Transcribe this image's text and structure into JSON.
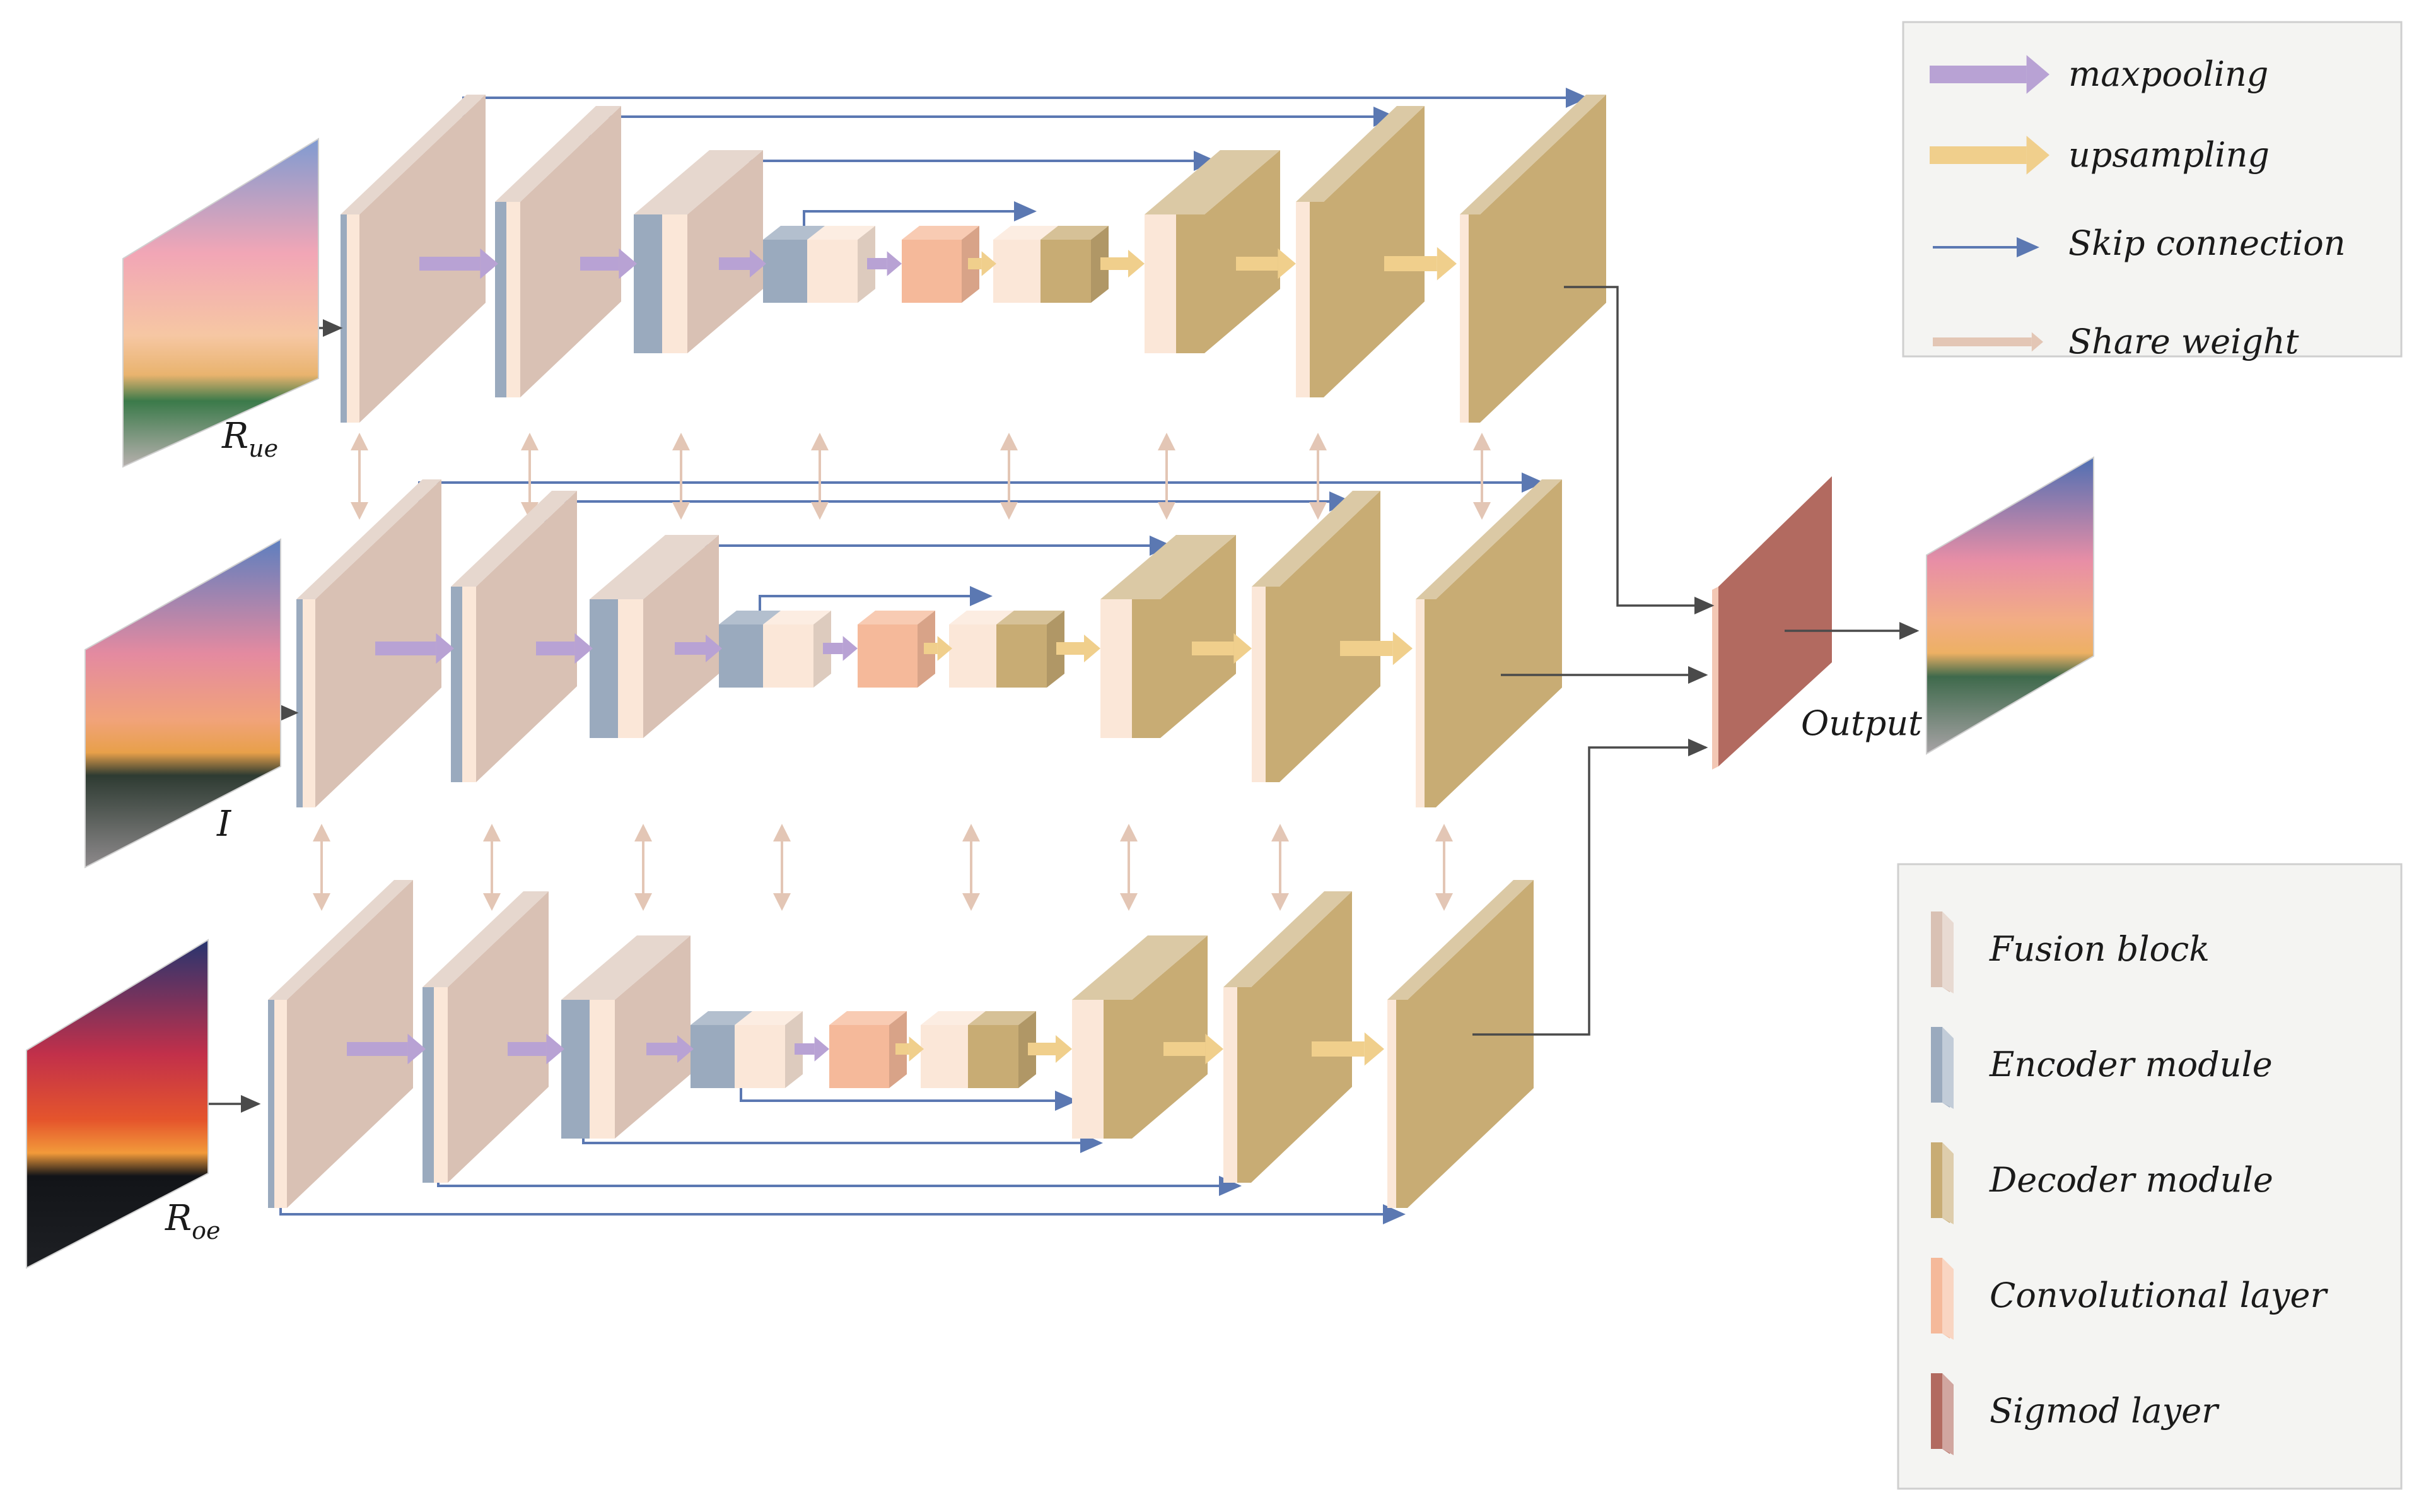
{
  "inputs": {
    "under_exposed": {
      "symbol": "R",
      "subscript": "ue"
    },
    "normal": {
      "symbol": "I",
      "subscript": ""
    },
    "over_exposed": {
      "symbol": "R",
      "subscript": "oe"
    }
  },
  "output_label": "Output",
  "legend_arrows": [
    {
      "label": "maxpooling",
      "color": "#b8a2d4",
      "kind": "thick"
    },
    {
      "label": "upsampling",
      "color": "#f0cf8c",
      "kind": "thick"
    },
    {
      "label": "Skip connection",
      "color": "#5b78b2",
      "kind": "thin"
    },
    {
      "label": "Share weight",
      "color": "#e3c6b5",
      "kind": "thick-light"
    }
  ],
  "legend_blocks": [
    {
      "label": "Fusion block",
      "color": "#d9c1b4"
    },
    {
      "label": "Encoder module",
      "color": "#9aaabe"
    },
    {
      "label": "Decoder module",
      "color": "#c8ac74"
    },
    {
      "label": "Convolutional layer",
      "color": "#f5b99a"
    },
    {
      "label": "Sigmod layer",
      "color": "#b26a60"
    }
  ],
  "colors": {
    "fusion": "#d9c1b4",
    "fusion_light": "#fbe7d8",
    "encoder": "#9aaabe",
    "decoder": "#c8ac74",
    "conv": "#f5b99a",
    "sigmoid": "#b26a60",
    "skip": "#5b78b2",
    "maxpool": "#b8a2d4",
    "upsample": "#f0cf8c",
    "share": "#e3c6b5",
    "connector": "#4a4a4a"
  }
}
